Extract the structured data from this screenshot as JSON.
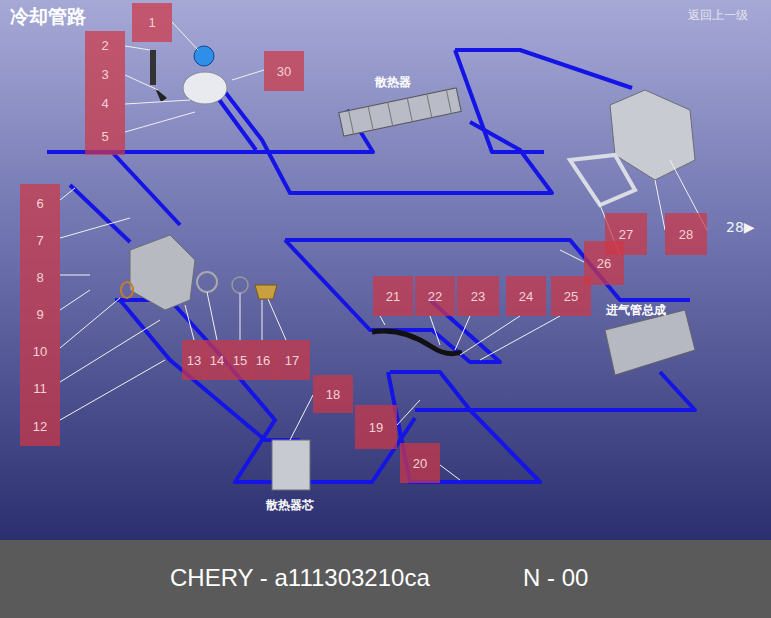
{
  "diagram": {
    "title": "冷却管路",
    "caption": "CHERY - a111303210ca",
    "nodes": [
      {
        "text": [
          "1"
        ]
      },
      {
        "text": [
          "2"
        ]
      },
      {
        "text": [
          "3"
        ]
      },
      {
        "text": [
          "4"
        ]
      },
      {
        "text": [
          "5"
        ]
      },
      {
        "text": [
          "30"
        ]
      },
      {
        "text": [
          "6"
        ]
      },
      {
        "text": [
          "7"
        ]
      },
      {
        "text": [
          "8"
        ]
      },
      {
        "text": [
          "9"
        ]
      },
      {
        "text": [
          "10"
        ]
      },
      {
        "text": [
          "11"
        ]
      },
      {
        "text": [
          "12"
        ]
      },
      {
        "text": [
          "21"
        ]
      },
      {
        "text": [
          "22"
        ]
      },
      {
        "text": [
          "23"
        ]
      },
      {
        "text": [
          "24"
        ]
      },
      {
        "text": [
          "25"
        ]
      },
      {
        "text": [
          "26"
        ]
      },
      {
        "text": [
          "27"
        ]
      },
      {
        "text": [
          "28"
        ]
      },
      {
        "text": [
          "13"
        ]
      },
      {
        "text": [
          "14"
        ]
      },
      {
        "text": [
          "15"
        ]
      },
      {
        "text": [
          "16"
        ]
      },
      {
        "text": [
          "17"
        ]
      },
      {
        "text": [
          "18"
        ]
      },
      {
        "text": [
          "19"
        ]
      },
      {
        "text": [
          "20"
        ]
      }
    ],
    "labels": [
      "散热器",
      "进气管总成",
      "散热器芯",
      "28▶",
      "返回上一级",
      "N - 00"
    ]
  }
}
